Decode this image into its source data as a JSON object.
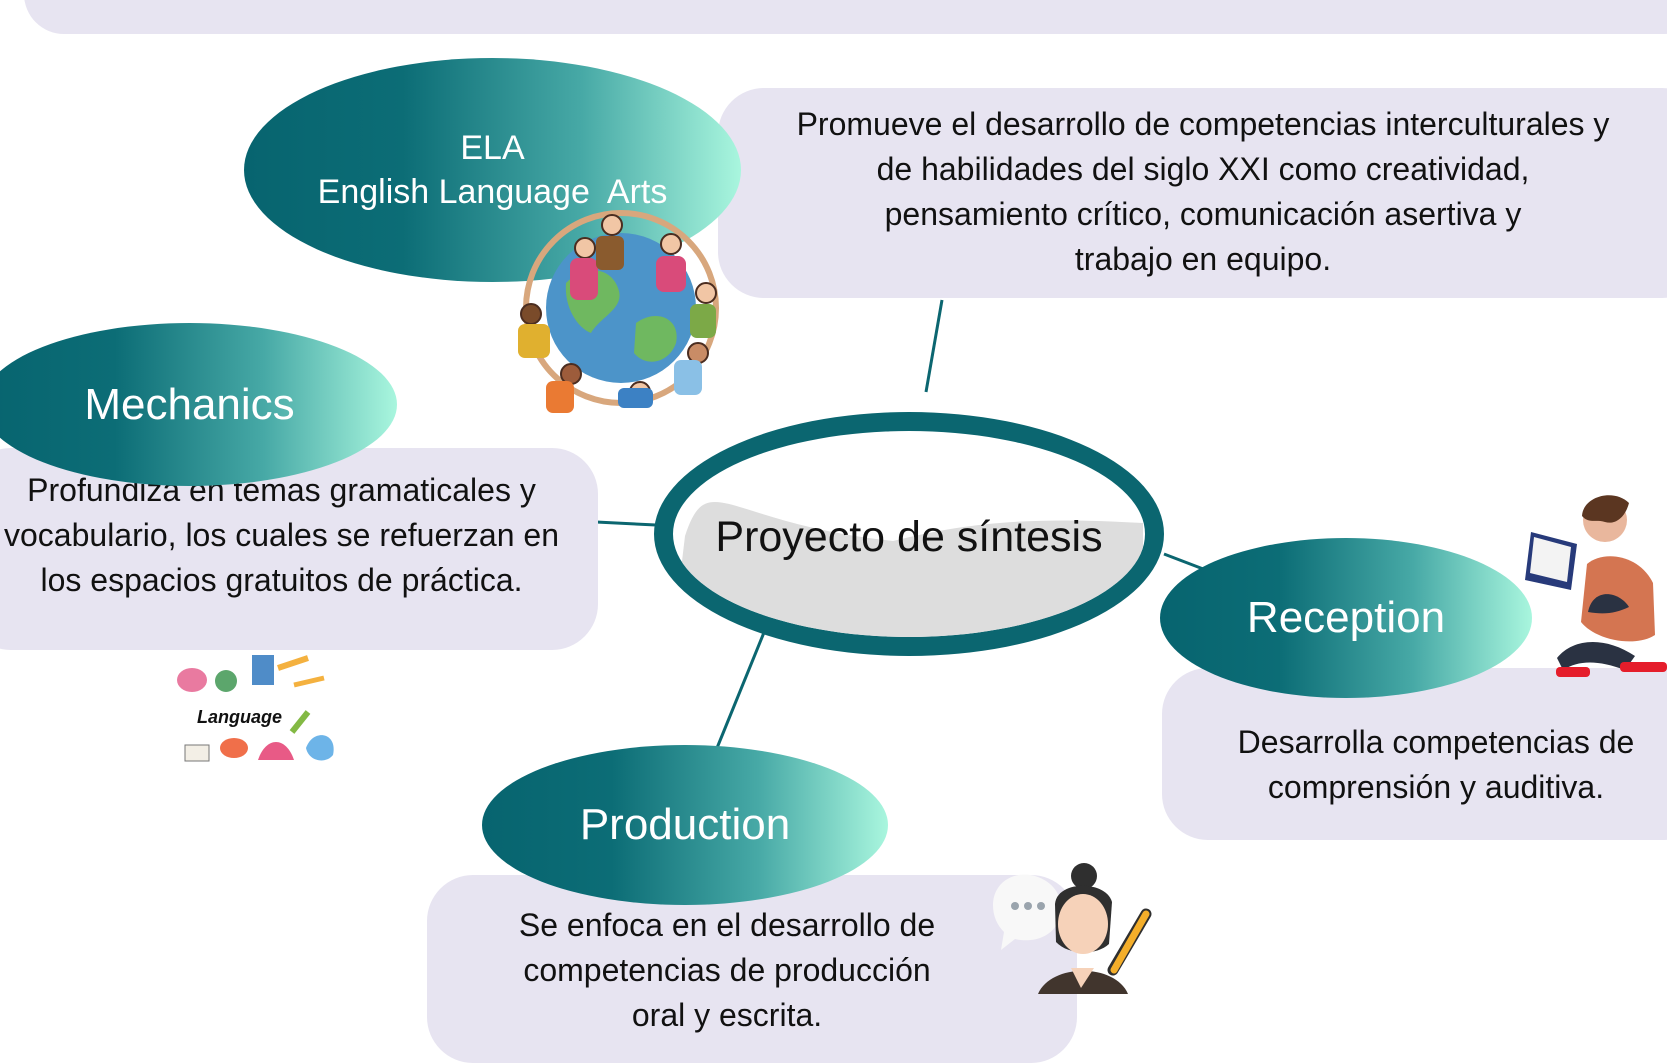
{
  "colors": {
    "pill_dark": "#07646f",
    "pill_light": "#a9f6de",
    "box_background": "#e7e4f1",
    "connector": "#0b6670"
  },
  "center": {
    "title": "Proyecto de síntesis"
  },
  "ela": {
    "line1": "ELA",
    "line2": "English Language  Arts",
    "description": [
      "Promueve el desarrollo de competencias interculturales y",
      "de habilidades del siglo XXI como creatividad,",
      "pensamiento crítico, comunicación asertiva y",
      "trabajo en equipo."
    ],
    "icon": "children-around-globe-icon"
  },
  "mechanics": {
    "title": "Mechanics",
    "description": [
      "Profundiza en temas gramaticales y",
      "vocabulario, los cuales se refuerzan en",
      "los espacios gratuitos de práctica."
    ],
    "icon_label": "Language",
    "icon": "language-doodles-icon"
  },
  "reception": {
    "title": "Reception",
    "description": [
      "Desarrolla competencias de",
      "comprensión y auditiva."
    ],
    "icon": "person-reading-book-icon"
  },
  "production": {
    "title": "Production",
    "description": [
      "Se enfoca en el desarrollo de",
      "competencias de producción",
      "oral y escrita."
    ],
    "icon": "woman-speaking-writing-icon"
  }
}
